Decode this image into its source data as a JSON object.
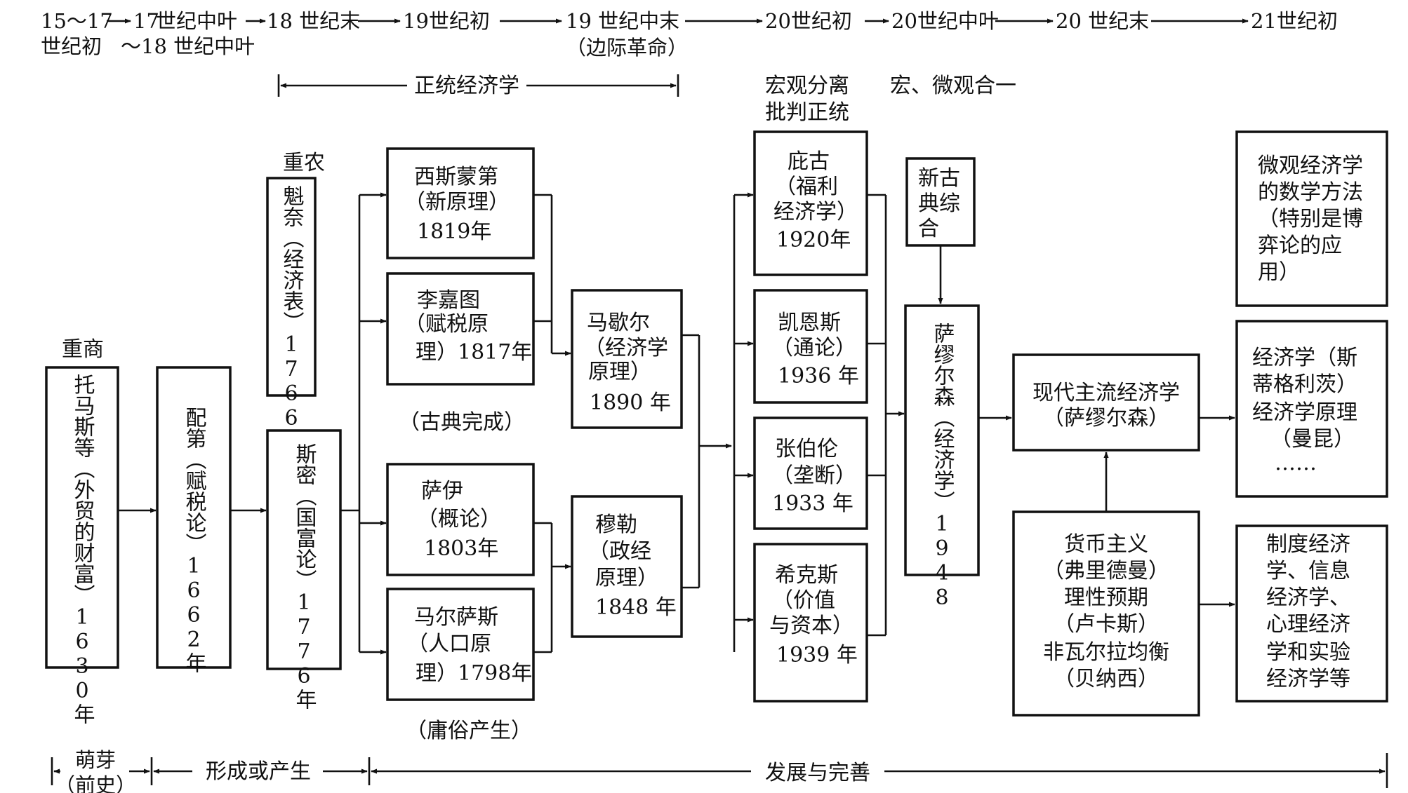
{
  "timeline": {
    "periods": [
      "15～17",
      "世纪初",
      "17",
      "～18 世纪中叶",
      "18 世纪末",
      "19世纪初",
      "19 世纪中末",
      "（边际革命）",
      "20世纪初",
      "20世纪中叶",
      "20 世纪末",
      "21世纪初"
    ],
    "orthodox_label": "正统经济学",
    "macro_split": [
      "宏观分离",
      "批判正统"
    ],
    "macro_micro_unite": "宏、微观合一",
    "prefix_17": "世纪中叶"
  },
  "schools": {
    "mercantilism": "重商",
    "physiocrats": "重农"
  },
  "boxes": {
    "thomas_mun": "托马斯等（外贸的财富）1630年",
    "petty": "配第（赋税论）1662年",
    "quesnay": "魁奈（经济表）1766年",
    "smith": "斯密（国富论）1776年",
    "sismondi": [
      "西斯蒙第",
      "（新原理）",
      "1819年"
    ],
    "ricardo": [
      "李嘉图",
      "（赋税原",
      "理）1817年"
    ],
    "say": [
      "萨伊",
      "（概论）",
      "1803年"
    ],
    "malthus": [
      "马尔萨斯",
      "（人口原",
      "理）1798年"
    ],
    "marshall": [
      "马歇尔",
      "（经济学",
      "原理）",
      "1890 年"
    ],
    "mill": [
      "穆勒",
      "（政经",
      "原理）",
      "1848 年"
    ],
    "pigou": [
      "庇古",
      "（福利",
      "经济学）",
      "1920年"
    ],
    "keynes": [
      "凯恩斯",
      "（通论）",
      "1936 年"
    ],
    "chamberlin": [
      "张伯伦",
      "（垄断）",
      "1933 年"
    ],
    "hicks": [
      "希克斯",
      "（价值",
      "与资本）",
      "1939 年"
    ],
    "neoclassical_synthesis": [
      "新古",
      "典综",
      "合"
    ],
    "samuelson": "萨缪尔森（经济学）1948",
    "modern_mainstream": [
      "现代主流经济学",
      "（萨缪尔森）"
    ],
    "monetarism": [
      "货币主义",
      "（弗里德曼）",
      "理性预期",
      "（卢卡斯）",
      "非瓦尔拉均衡",
      "（贝纳西）"
    ],
    "micro_math": [
      "微观经济学",
      "的数学方法",
      "（特别是博",
      "弈论的应",
      "用）"
    ],
    "stiglitz": [
      "经济学（斯",
      "蒂格利茨）",
      "经济学原理",
      "（曼昆）",
      "……"
    ],
    "institutional": [
      "制度经济",
      "学、信息",
      "经济学、",
      "心理经济",
      "学和实验",
      "经济学等"
    ]
  },
  "notes": {
    "classical_complete": "（古典完成）",
    "vulgar_emerge": "（庸俗产生）"
  },
  "stages": {
    "sprout": [
      "萌芽",
      "（前史）"
    ],
    "formation": "形成或产生",
    "development": "发展与完善"
  }
}
